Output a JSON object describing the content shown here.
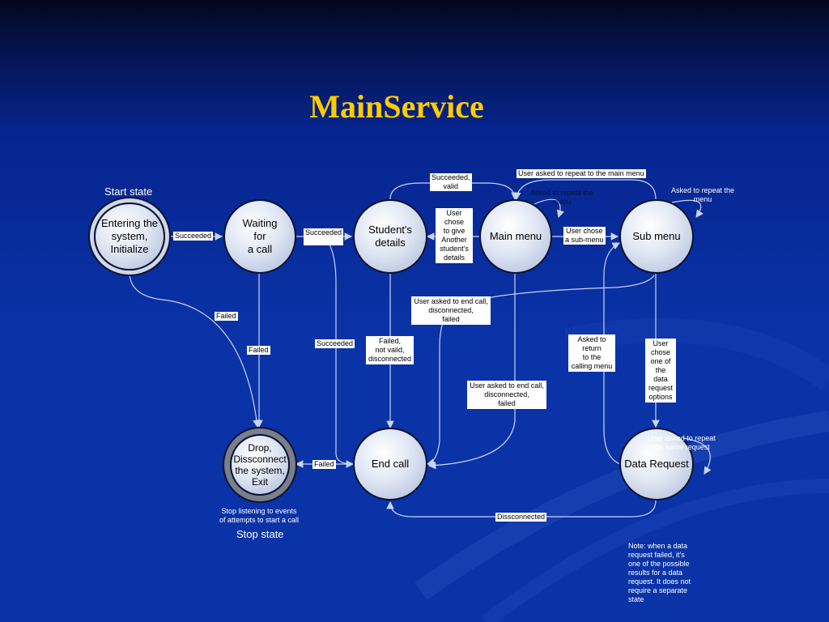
{
  "slide": {
    "title": "MainService",
    "start_state_caption": "Start state",
    "stop_state_caption": "Stop state",
    "stop_note": "Stop listening to events\nof attempts to start a call",
    "side_note": "Note: when a data\nrequest failed, it's\none of the possible\nresults for a data\nrequest. It does not\nrequire a separate\nstate",
    "colors": {
      "title": "#ffcc00",
      "background": "#0a33a8",
      "arrow": "#c9d4ee"
    }
  },
  "states": {
    "entering": "Entering the\nsystem,\nInitialize",
    "waiting": "Waiting\nfor\na call",
    "student": "Student's\ndetails",
    "main_menu": "Main menu",
    "sub_menu": "Sub menu",
    "drop": "Drop,\nDissconnect\nthe system,\nExit",
    "end_call": "End call",
    "data_request": "Data Request"
  },
  "transitions": {
    "succeeded_1": "Succeeded",
    "succeeded_2": "Succeeded",
    "succeeded_valid": "Succeeded,\nvalid",
    "user_chose_another": "User\nchose\nto give\nAnother\nstudent's\ndetails",
    "repeat_main_top": "User asked to repeat to the main menu",
    "repeat_main_small": "Asked to repeat the\nmenu",
    "repeat_sub": "Asked to repeat the\nmenu",
    "user_chose_sub": "User chose\na sub-menu",
    "failed_1": "Failed",
    "failed_2": "Failed",
    "succeeded_3": "Succeeded",
    "failed_notvalid": "Failed,\nnot valid,\ndisconnected",
    "end_call_1": "User asked to end call,\ndisconnected,\nfailed",
    "end_call_2": "User asked to end call,\ndisconnected,\nfailed",
    "return_calling": "Asked to\nreturn\nto the\ncalling menu",
    "data_options": "User\nchose\none of\nthe data\nrequest\noptions",
    "repeat_same": "User asked to repeat\nthe same request",
    "failed_3": "Failed",
    "disconnected": "Dissconnected"
  }
}
